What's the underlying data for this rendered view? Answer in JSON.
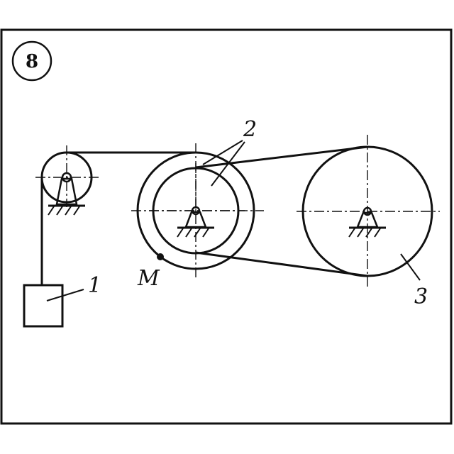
{
  "figure": {
    "number": "8",
    "labels": {
      "load": "1",
      "stepped_pulley": "2",
      "large_pulley": "3",
      "point": "M"
    }
  }
}
